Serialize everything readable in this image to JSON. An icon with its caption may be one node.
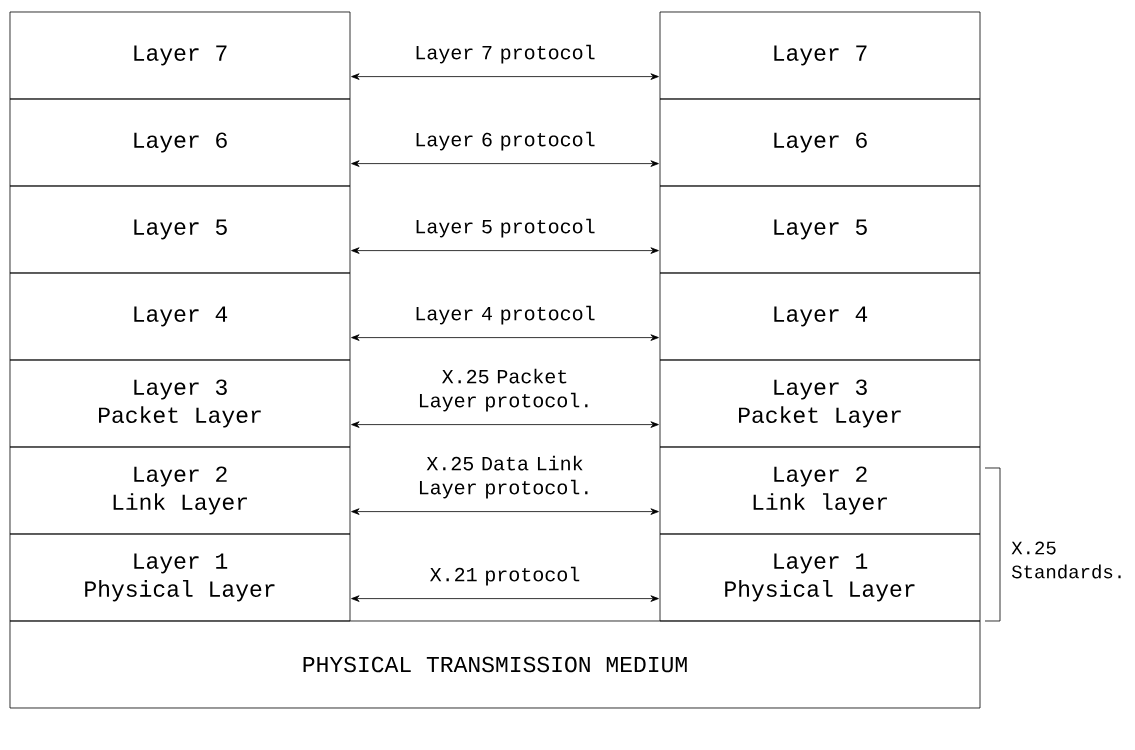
{
  "diagram": {
    "nodes": [
      {
        "text": [
          "Layer 7"
        ]
      },
      {
        "text": [
          "Layer 7"
        ]
      },
      {
        "text": [
          "Layer 6"
        ]
      },
      {
        "text": [
          "Layer 6"
        ]
      },
      {
        "text": [
          "Layer 5"
        ]
      },
      {
        "text": [
          "Layer 5"
        ]
      },
      {
        "text": [
          "Layer 4"
        ]
      },
      {
        "text": [
          "Layer 4"
        ]
      },
      {
        "text": [
          "Layer 3",
          "Packet Layer"
        ]
      },
      {
        "text": [
          "Layer 3",
          "Packet Layer"
        ]
      },
      {
        "text": [
          "Layer 2",
          "Link Layer"
        ]
      },
      {
        "text": [
          "Layer 2",
          "Link layer"
        ]
      },
      {
        "text": [
          "Layer 1",
          "Physical Layer"
        ]
      },
      {
        "text": [
          "Layer 1",
          "Physical Layer"
        ]
      },
      {
        "text": [
          "PHYSICAL TRANSMISSION MEDIUM"
        ]
      }
    ],
    "edges": [
      {
        "from": 0,
        "to": 1,
        "arrow": "both",
        "label": "Layer 7 protocol"
      },
      {
        "from": 2,
        "to": 3,
        "arrow": "both",
        "label": "Layer 6 protocol"
      },
      {
        "from": 4,
        "to": 5,
        "arrow": "both",
        "label": "Layer 5 protocol"
      },
      {
        "from": 6,
        "to": 7,
        "arrow": "both",
        "label": "Layer 4 protocol"
      },
      {
        "from": 8,
        "to": 9,
        "arrow": "both",
        "label": "X.25 Packet Layer protocol."
      },
      {
        "from": 10,
        "to": 11,
        "arrow": "both",
        "label": "X.25 Data Link Layer protocol."
      },
      {
        "from": 12,
        "to": 13,
        "arrow": "both",
        "label": "X.21 protocol"
      }
    ],
    "labels": [
      "X.25 Standards."
    ]
  }
}
